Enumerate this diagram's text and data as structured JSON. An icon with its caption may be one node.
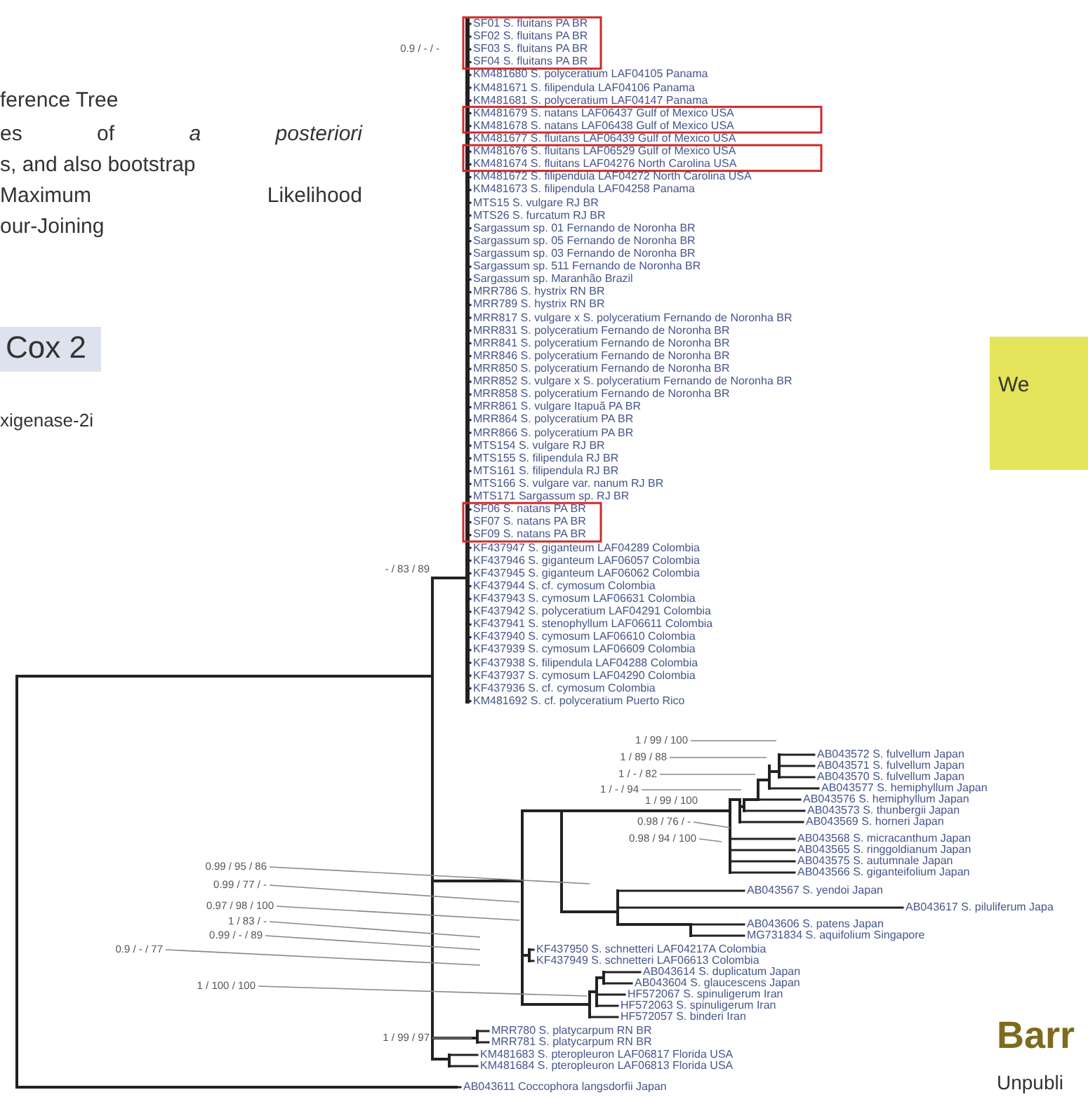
{
  "diagram": {
    "nodes": [
      {
        "text": [
          "Cox 2"
        ]
      },
      {
        "text": [
          "1 / 99 / 100"
        ]
      },
      {
        "text": [
          "1 / 89 / 88"
        ]
      },
      {
        "text": [
          "1 / - / 82"
        ]
      },
      {
        "text": [
          "1 / - / 94"
        ]
      },
      {
        "text": [
          "0.98 / 76 / -"
        ]
      },
      {
        "text": [
          "0.98 / 94 / 100"
        ]
      },
      {
        "text": [
          "0.99 / 95 / 86"
        ]
      },
      {
        "text": [
          "0.99 / 77 / -"
        ]
      },
      {
        "text": [
          "0.97 / 98 / 100"
        ]
      },
      {
        "text": [
          "1 / 83 / -"
        ]
      },
      {
        "text": [
          "0.99 / - / 89"
        ]
      },
      {
        "text": [
          "0.9 / - / 77"
        ]
      },
      {
        "text": [
          "1 / 100 / 100"
        ]
      },
      {
        "text": [
          "1 / 99 / 97"
        ]
      },
      {
        "text": [
          "We"
        ]
      }
    ],
    "edges": [
      {
        "from": 1,
        "to": null,
        "arrow": "none"
      },
      {
        "from": 2,
        "to": null,
        "arrow": "none"
      },
      {
        "from": 3,
        "to": null,
        "arrow": "none"
      },
      {
        "from": 4,
        "to": null,
        "arrow": "none"
      },
      {
        "from": 5,
        "to": null,
        "arrow": "none"
      },
      {
        "from": 6,
        "to": null,
        "arrow": "none"
      },
      {
        "from": 7,
        "to": null,
        "arrow": "none"
      },
      {
        "from": 8,
        "to": null,
        "arrow": "none"
      },
      {
        "from": 9,
        "to": null,
        "arrow": "none"
      },
      {
        "from": 10,
        "to": null,
        "arrow": "none"
      },
      {
        "from": 11,
        "to": null,
        "arrow": "none"
      },
      {
        "from": 12,
        "to": null,
        "arrow": "none"
      },
      {
        "from": 13,
        "to": null,
        "arrow": "none"
      },
      {
        "from": 14,
        "to": null,
        "arrow": "none"
      }
    ],
    "labels": [
      "ference Tree",
      "es of *a posteriori*",
      "s, and also bootstrap",
      "Maximum Likelihood",
      "our-Joining",
      "xigenase-2i",
      "0.9 / - / -",
      "SF01 S. fluitans PA BR",
      "SF02 S. fluitans PA BR",
      "SF03 S. fluitans PA BR",
      "SF04 S. fluitans PA BR",
      "KM481680 S. polyceratium LAF04105 Panama",
      "KM481671 S. filipendula LAF04106 Panama",
      "KM481681 S. polyceratium LAF04147 Panama",
      "KM481679 S. natans LAF06437 Gulf of Mexico USA",
      "KM481678 S. natans LAF06438 Gulf of Mexico USA",
      "KM481677 S. fluitans LAF06439 Gulf of Mexico USA",
      "KM481676 S. fluitans LAF06529 Gulf of Mexico USA",
      "KM481674 S. fluitans LAF04276 North Carolina USA",
      "KM481672 S. filipendula LAF04272 North Carolina USA",
      "KM481673 S. filipendula LAF04258 Panama",
      "MTS15 S. vulgare RJ BR",
      "MTS26 S. furcatum RJ BR",
      "Sargassum sp. 01 Fernando de Noronha BR",
      "Sargassum sp. 05 Fernando de Noronha BR",
      "Sargassum sp. 03 Fernando de Noronha BR",
      "Sargassum sp. 511 Fernando de Noronha BR",
      "Sargassum sp. Maranhão Brazil",
      "MRR786 S. hystrix RN BR",
      "MRR789 S. hystrix RN BR",
      "MRR817 S. vulgare x S. polyceratium Fernando de Noronha BR",
      "MRR831 S. polyceratium Fernando de Noronha BR",
      "MRR841 S. polyceratium Fernando de Noronha BR",
      "MRR846 S. polyceratium Fernando de Noronha BR",
      "MRR850 S. polyceratium Fernando de Noronha BR",
      "MRR852 S. vulgare x S. polyceratium Fernando de Noronha BR",
      "MRR858 S. polyceratium Fernando de Noronha BR",
      "MRR861 S. vulgare Itapuã PA BR",
      "MRR864 S. polyceratium PA BR",
      "MRR866 S. polyceratium PA BR",
      "MTS154 S. vulgare RJ BR",
      "MTS155 S. filipendula RJ BR",
      "MTS161 S. filipendula RJ BR",
      "MTS166 S. vulgare var. nanum RJ BR",
      "MTS171 Sargassum sp. RJ BR",
      "SF06 S. natans PA BR",
      "SF07 S. natans PA BR",
      "SF09 S. natans PA BR",
      "KF437947 S. giganteum LAF04289 Colombia",
      "KF437946 S. giganteum LAF06057 Colombia",
      "KF437945 S. giganteum LAF06062 Colombia",
      "KF437944 S. cf. cymosum Colombia",
      "KF437943 S. cymosum LAF06631 Colombia",
      "KF437942 S. polyceratium LAF04291 Colombia",
      "KF437941 S. stenophyllum LAF06611 Colombia",
      "KF437940 S. cymosum LAF06610 Colombia",
      "KF437939 S. cymosum LAF06609 Colombia",
      "KF437938 S. filipendula LAF04288 Colombia",
      "KF437937 S. cymosum LAF04290 Colombia",
      "KF437936 S. cf. cymosum Colombia",
      "KM481692 S. cf. polyceratium Puerto Rico",
      "- / 83 / 89",
      "AB043572 S. fulvellum Japan",
      "AB043571 S. fulvellum Japan",
      "AB043570 S. fulvellum Japan",
      "AB043577 S. hemiphyllum Japan",
      "AB043576 S. hemiphyllum Japan",
      "AB043573 S. thunbergii Japan",
      "AB043569 S. horneri Japan",
      "AB043568 S. micracanthum Japan",
      "AB043565 S. ringgoldianum Japan",
      "AB043575 S. autumnale Japan",
      "AB043566 S. giganteifolium Japan",
      "AB043567 S. yendoi Japan",
      "AB043617 S. piluliferum Japa",
      "AB043606 S. patens Japan",
      "MG731834 S. aquifolium Singapore",
      "KF437950 S. schnetteri LAF04217A Colombia",
      "KF437949 S. schnetteri LAF06613 Colombia",
      "AB043614 S. duplicatum Japan",
      "AB043604 S. glaucescens Japan",
      "HF572067 S. spinuligerum Iran",
      "HF572063 S. spinuligerum Iran",
      "HF572057 S. binderi Iran",
      "MRR780 S. platycarpum RN BR",
      "MRR781 S. platycarpum RN BR",
      "KM481683 S. pteropleuron LAF06817 Florida USA",
      "KM481684 S. pteropleuron LAF06813 Florida USA",
      "AB043611 Coccophora langsdorfii Japan",
      "1 / 99 / 100",
      "Barr",
      "Unpubli"
    ]
  }
}
